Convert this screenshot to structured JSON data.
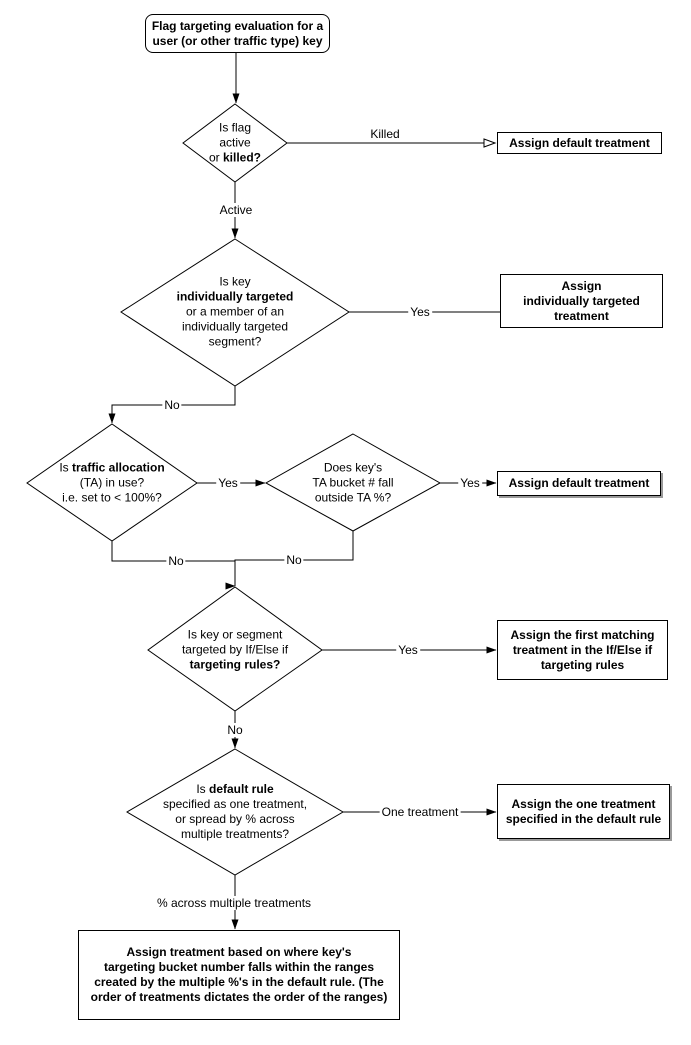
{
  "nodes": {
    "start": {
      "label": "Flag targeting evaluation for a\nuser (or other traffic type) key"
    },
    "q_flag_status": {
      "pre": "Is flag\nactive\nor ",
      "bold": "killed?",
      "post": ""
    },
    "q_individual_targeting": {
      "pre": "Is key\n",
      "bold": "individually targeted",
      "post": "\nor a member of an\nindividually targeted\nsegment?"
    },
    "q_traffic_allocation": {
      "pre": "Is ",
      "bold": "traffic allocation",
      "post": "\n(TA) in use?\ni.e. set to < 100%?"
    },
    "q_ta_bucket": {
      "pre": "Does key's\nTA bucket # fall\noutside TA %?",
      "bold": "",
      "post": ""
    },
    "q_targeting_rules": {
      "pre": "Is key or segment\ntargeted by If/Else if\n",
      "bold": "targeting rules?",
      "post": ""
    },
    "q_default_rule": {
      "pre": "Is ",
      "bold": "default rule",
      "post": "\nspecified as one treatment,\nor spread by % across\nmultiple treatments?"
    },
    "assign_default_1": {
      "label": "Assign default treatment"
    },
    "assign_individual": {
      "label": "Assign\nindividually targeted\ntreatment"
    },
    "assign_default_2": {
      "label": "Assign default treatment"
    },
    "assign_first_matching": {
      "label": "Assign the first matching\ntreatment in the If/Else if\ntargeting rules"
    },
    "assign_one_treatment": {
      "label": "Assign the one treatment\nspecified in the default rule"
    },
    "assign_by_ranges": {
      "label": "Assign treatment based on where key's\ntargeting bucket number falls within the ranges\ncreated by the multiple %'s in the default rule. (The\norder of treatments dictates the order of the ranges)"
    }
  },
  "edge_labels": {
    "killed": "Killed",
    "active": "Active",
    "yes_individual": "Yes",
    "no_individual": "No",
    "yes_ta": "Yes",
    "yes_bucket": "Yes",
    "no_ta": "No",
    "no_bucket": "No",
    "yes_rules": "Yes",
    "no_rules": "No",
    "one_treatment": "One treatment",
    "pct_multiple": "% across multiple treatments"
  },
  "colors": {
    "line": "#000000",
    "box_border": "#000000",
    "text": "#000000",
    "background": "#ffffff",
    "shadow": "#999999"
  }
}
